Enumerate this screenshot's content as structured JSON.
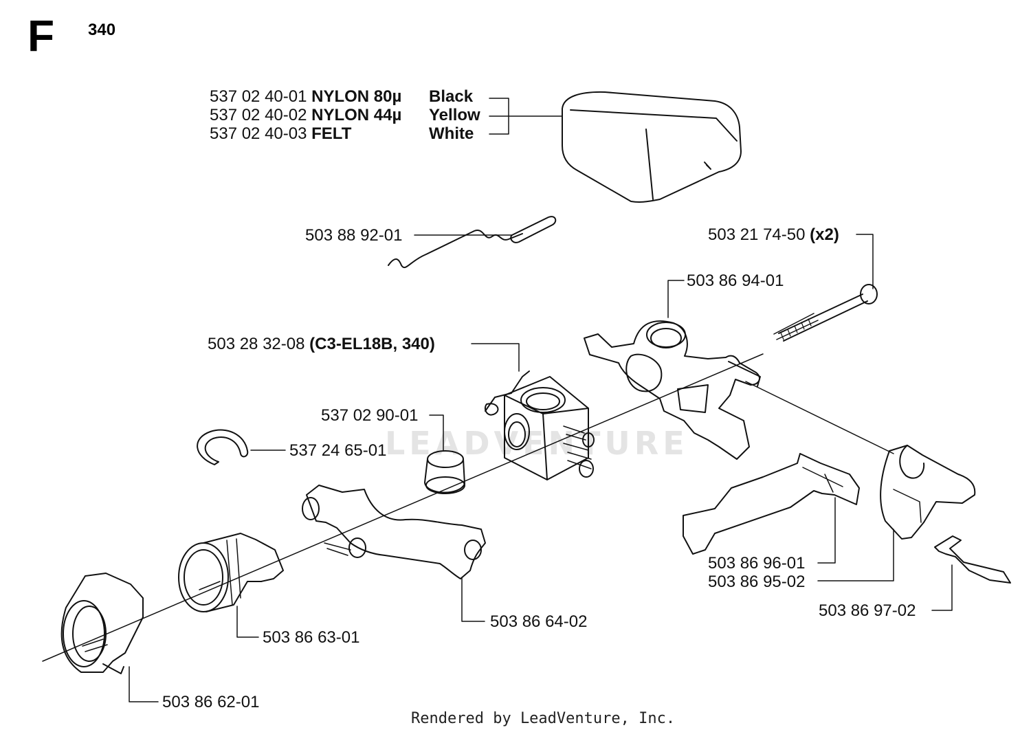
{
  "section_letter": "F",
  "model": "340",
  "watermark": "LEADVENTURE",
  "footer": "Rendered by LeadVenture, Inc.",
  "air_filter": {
    "rows": [
      {
        "part": "537 02 40-01",
        "material": "NYLON 80µ",
        "color": "Black"
      },
      {
        "part": "537 02 40-02",
        "material": "NYLON 44µ",
        "color": "Yellow"
      },
      {
        "part": "537 02 40-03",
        "material": "FELT",
        "color": "White"
      }
    ]
  },
  "parts": {
    "wire": "503 88 92-01",
    "bolt": "503 21 74-50",
    "bolt_qty": "(x2)",
    "intake_bracket": "503 86 94-01",
    "carburetor": "503 28 32-08",
    "carburetor_note": "(C3-EL18B, 340)",
    "sleeve": "537 02 90-01",
    "circlip": "537 24 65-01",
    "bracket": "503 86 64-02",
    "intake_hose": "503 86 63-01",
    "flange": "503 86 62-01",
    "lever": "503 86 96-01",
    "handle": "503 86 95-02",
    "spring_clip": "503 86 97-02"
  }
}
